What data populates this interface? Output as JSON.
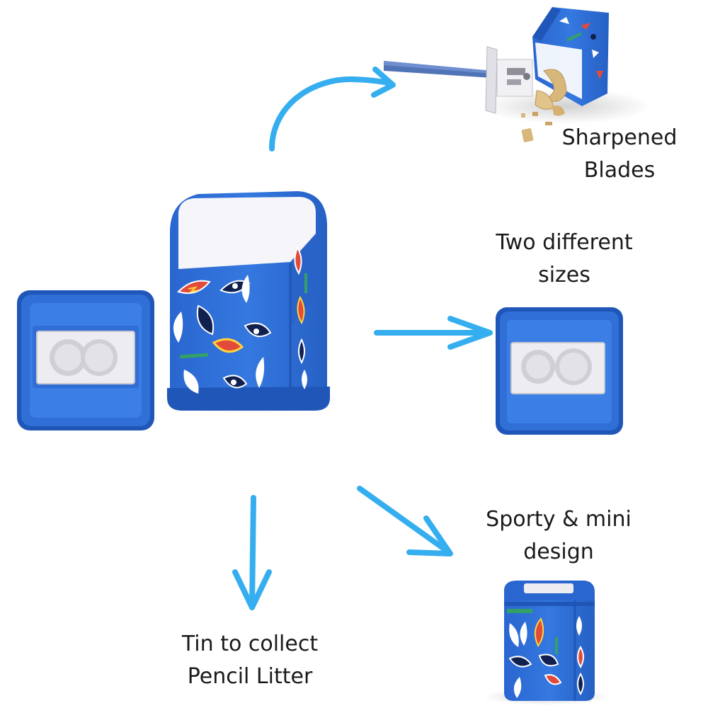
{
  "captions": {
    "blades": {
      "line1": "Sharpened",
      "line2": "Blades"
    },
    "sizes": {
      "line1": "Two different",
      "line2": "sizes"
    },
    "design": {
      "line1": "Sporty & mini",
      "line2": "design"
    },
    "tin": {
      "line1": "Tin to collect",
      "line2": "Pencil Litter"
    }
  },
  "colors": {
    "tin_blue": "#2f6fd6",
    "tin_dark": "#1f56b8",
    "arrow_blue": "#35aef0",
    "sharpener_white": "#e9e9ee",
    "shaving_wood": "#d8b77a"
  },
  "icons": {
    "arrows": [
      "curved-arrow-up-right",
      "arrow-right",
      "arrow-down",
      "arrow-down-right"
    ]
  }
}
